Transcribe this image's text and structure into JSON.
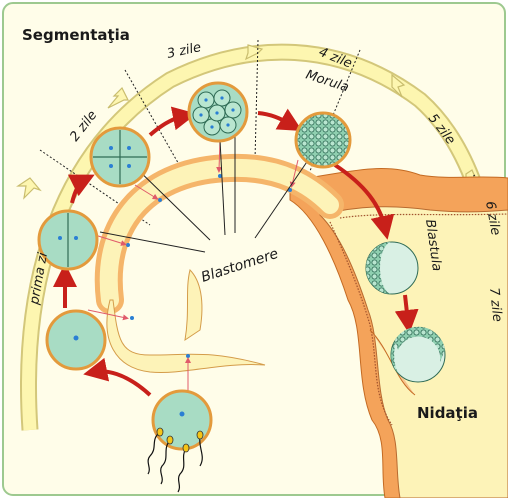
{
  "title": "Segmentaţia",
  "stages": {
    "day1": "prima zi",
    "day2": "2 zile",
    "day3": "3 zile",
    "day4": "4 zile",
    "day5": "5 zile",
    "day6": "6 zile",
    "day7": "7 zile"
  },
  "labels": {
    "morula": "Morula",
    "blastomere": "Blastomere",
    "blastula": "Blastula",
    "nidatie": "Nidaţia"
  },
  "colors": {
    "border": "#9dc98f",
    "panel": "#fffde9",
    "arc": "#fdf6b0",
    "cell": "#a8dcc4",
    "cell_ring": "#e39a3c",
    "arrow": "#c8201a",
    "tube": "#f5b56a",
    "tube_inner": "#fdf3b8",
    "uterus": "#f4a35a"
  }
}
